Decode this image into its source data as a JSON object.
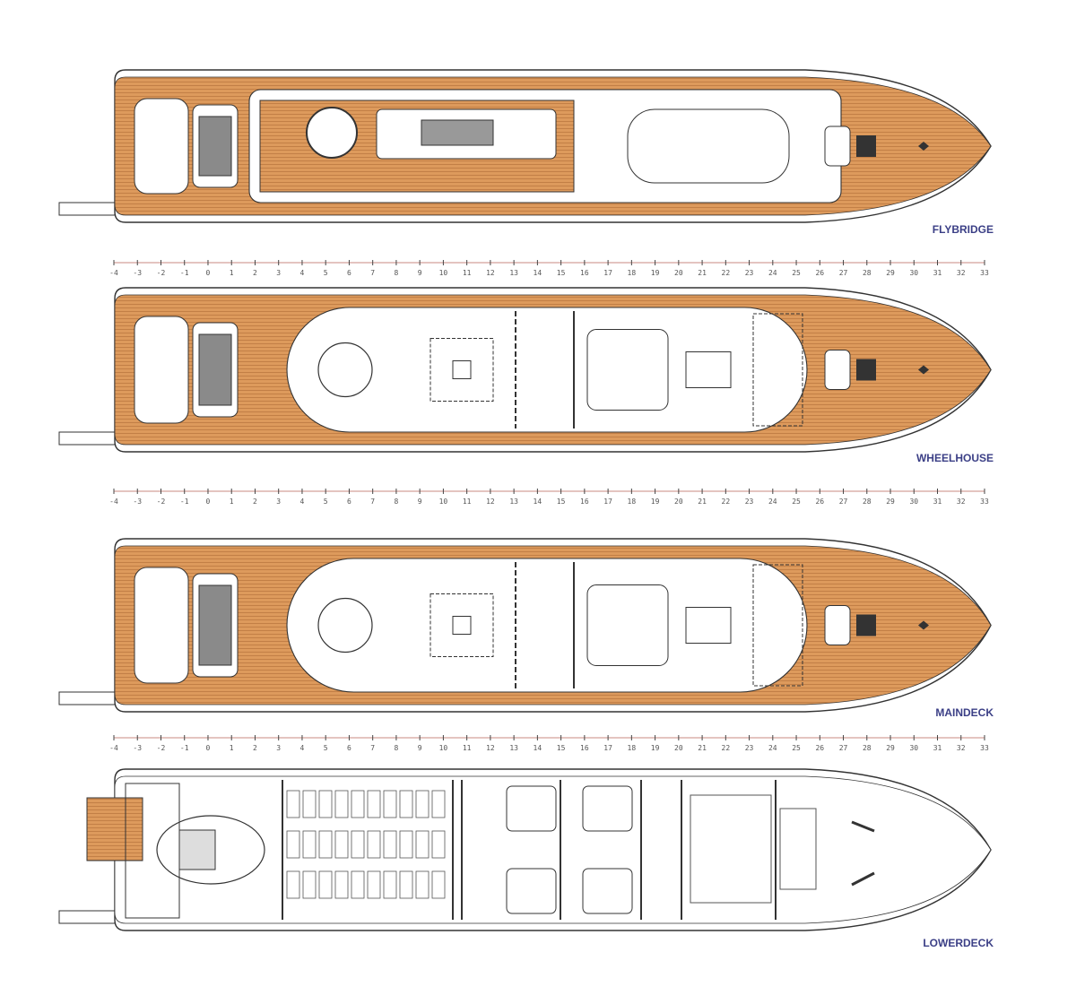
{
  "colors": {
    "teak": "#dd9a5c",
    "teak_line": "#b8733a",
    "hull": "#333333",
    "label": "#3b3f86",
    "ruler": "#c98a80"
  },
  "decks": [
    {
      "id": "flybridge",
      "label": "FLYBRIDGE"
    },
    {
      "id": "wheelhouse",
      "label": "WHEELHOUSE"
    },
    {
      "id": "maindeck",
      "label": "MAINDECK"
    },
    {
      "id": "lowerdeck",
      "label": "LOWERDECK"
    }
  ],
  "ruler": {
    "min": -4,
    "max": 33,
    "ticks": [
      -4,
      -3,
      -2,
      -1,
      0,
      1,
      2,
      3,
      4,
      5,
      6,
      7,
      8,
      9,
      10,
      11,
      12,
      13,
      14,
      15,
      16,
      17,
      18,
      19,
      20,
      21,
      22,
      23,
      24,
      25,
      26,
      27,
      28,
      29,
      30,
      31,
      32,
      33
    ]
  }
}
